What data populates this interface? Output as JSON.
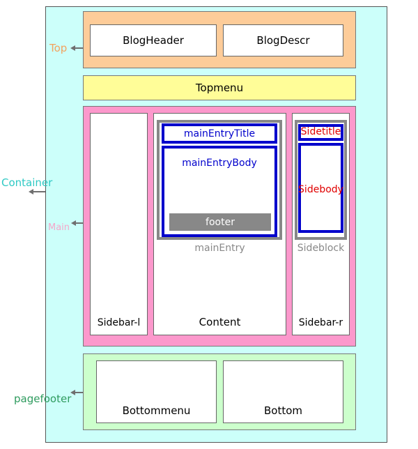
{
  "labels": {
    "top": "Top",
    "container": "Container",
    "main": "Main",
    "pagefooter": "pagefooter",
    "blog_header": "BlogHeader",
    "blog_descr": "BlogDescr",
    "topmenu": "Topmenu",
    "sidebar_l": "Sidebar-l",
    "content": "Content",
    "main_entry_title": "mainEntryTitle",
    "main_entry_body": "mainEntryBody",
    "footer": "footer",
    "main_entry": "mainEntry",
    "sidetitle": "Sidetitle",
    "sidebody": "Sidebody",
    "sideblock": "Sideblock",
    "sidebar_r": "Sidebar-r",
    "bottommenu": "Bottommenu",
    "bottom": "Bottom"
  },
  "colors": {
    "container_fill": "#ccfffa",
    "top_fill": "#fdcc99",
    "topmenu_fill": "#fffd98",
    "main_fill": "#fc98cc",
    "pagefooter_fill": "#ccffcc",
    "top_label": "#f2a35e",
    "container_label": "#2ec9c4",
    "main_label": "#f5a6c9",
    "pagefooter_label": "#2e9b5e",
    "entry_blue": "#0000cc",
    "side_red": "#e00000",
    "grey": "#888888"
  }
}
